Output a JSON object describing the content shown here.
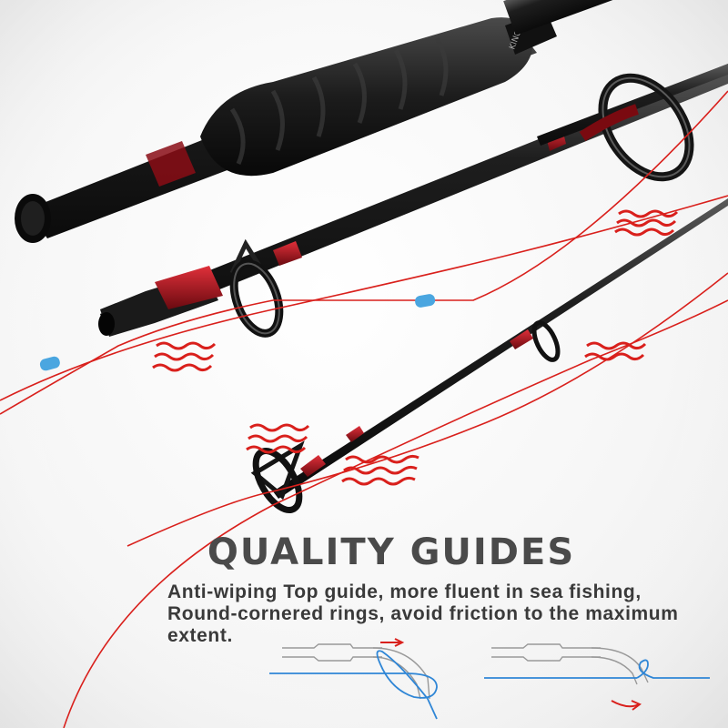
{
  "heading": "QUALITY GUIDES",
  "description": [
    "Anti-wiping Top guide, more fluent in sea fishing,",
    "Round-cornered rings, avoid friction to the maximum",
    "extent."
  ],
  "colors": {
    "line_red": "#d9201c",
    "line_blue": "#2f86d6",
    "bead_blue": "#4aa6e0",
    "carbon": "#1a1a1a",
    "accent_red": "#b5121b",
    "heading_gray": "#4a4a4a"
  }
}
